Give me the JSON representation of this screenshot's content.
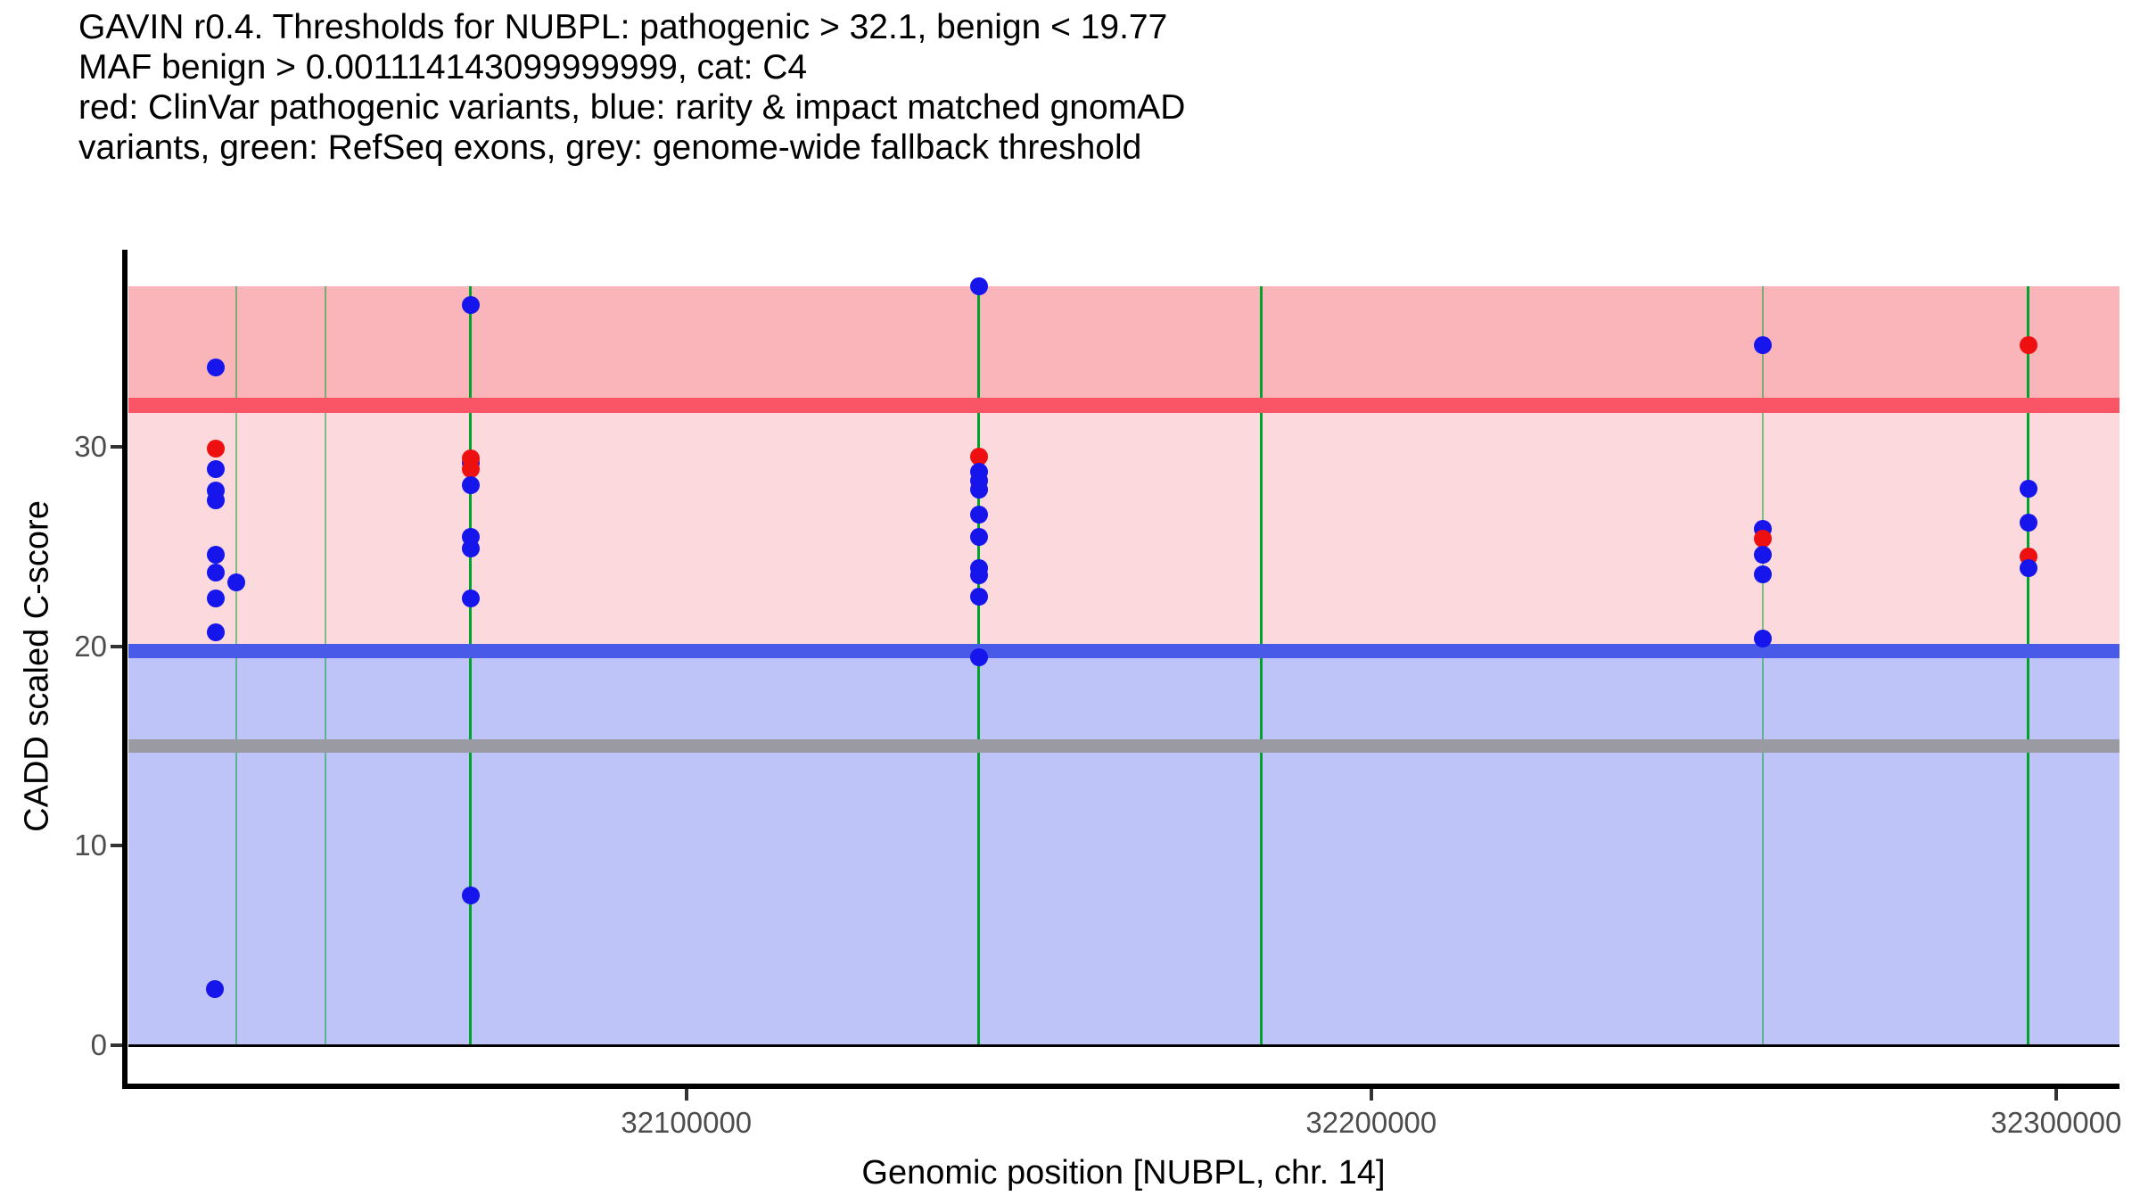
{
  "title": {
    "lines": [
      "GAVIN r0.4. Thresholds for NUBPL: pathogenic > 32.1, benign < 19.77",
      "MAF benign > 0.001114143099999999, cat: C4",
      "red: ClinVar pathogenic variants, blue: rarity & impact matched gnomAD",
      "variants, green: RefSeq exons, grey: genome-wide fallback threshold"
    ]
  },
  "chart_data": {
    "type": "scatter",
    "xlabel": "Genomic position [NUBPL, chr. 14]",
    "ylabel": "CADD scaled C-score",
    "x_range": [
      32018400,
      32309250
    ],
    "y_range": [
      -1.92,
      39.88
    ],
    "x_ticks": [
      {
        "pos": 32100000,
        "label": "32100000"
      },
      {
        "pos": 32200000,
        "label": "32200000"
      },
      {
        "pos": 32300000,
        "label": "32300000"
      }
    ],
    "y_ticks": [
      {
        "value": 0,
        "label": "0"
      },
      {
        "value": 10,
        "label": "10"
      },
      {
        "value": 20,
        "label": "20"
      },
      {
        "value": 30,
        "label": "30"
      }
    ],
    "grid": false,
    "legend": "none (described in title)",
    "thresholds": {
      "pathogenic": 32.1,
      "benign": 19.77,
      "genome_wide_fallback": 15,
      "zero_line": 0
    },
    "band_top": 38.05,
    "regions": [
      {
        "name": "pathogenic-zone",
        "from": 32.1,
        "to": 38.05,
        "color": "#fab5bb"
      },
      {
        "name": "intermediate-zone",
        "from": 19.77,
        "to": 32.1,
        "color": "#fcd9dd"
      },
      {
        "name": "benign-zone",
        "from": 0,
        "to": 19.77,
        "color": "#bec3f8"
      }
    ],
    "colors": {
      "pathogenic_line": "#fa5566",
      "benign_line": "#4a5ae8",
      "fallback_line": "#9a9aa2",
      "zero_line": "#000000",
      "exon_line": "#00a32b",
      "clinvar_point": "#ee1010",
      "gnomad_point": "#1515ec"
    },
    "exons": [
      {
        "pos": 32034300,
        "emphasis": "light"
      },
      {
        "pos": 32047300,
        "emphasis": "light"
      },
      {
        "pos": 32068500,
        "emphasis": "bright"
      },
      {
        "pos": 32142700,
        "emphasis": "bright"
      },
      {
        "pos": 32184000,
        "emphasis": "bright"
      },
      {
        "pos": 32257150,
        "emphasis": "light"
      },
      {
        "pos": 32295950,
        "emphasis": "bright"
      }
    ],
    "points": [
      {
        "pos": 32031300,
        "score": 34.0,
        "color": "blue"
      },
      {
        "pos": 32031300,
        "score": 29.9,
        "color": "red"
      },
      {
        "pos": 32031300,
        "score": 28.9,
        "color": "blue"
      },
      {
        "pos": 32031300,
        "score": 27.8,
        "color": "blue"
      },
      {
        "pos": 32031300,
        "score": 27.3,
        "color": "blue"
      },
      {
        "pos": 32031300,
        "score": 24.6,
        "color": "blue"
      },
      {
        "pos": 32031300,
        "score": 23.7,
        "color": "blue"
      },
      {
        "pos": 32034300,
        "score": 23.2,
        "color": "blue"
      },
      {
        "pos": 32031300,
        "score": 22.4,
        "color": "blue"
      },
      {
        "pos": 32031300,
        "score": 20.7,
        "color": "blue"
      },
      {
        "pos": 32031200,
        "score": 2.8,
        "color": "blue"
      },
      {
        "pos": 32068500,
        "score": 37.1,
        "color": "blue"
      },
      {
        "pos": 32068500,
        "score": 29.2,
        "color": "blue"
      },
      {
        "pos": 32068500,
        "score": 29.4,
        "color": "red"
      },
      {
        "pos": 32068500,
        "score": 28.9,
        "color": "red"
      },
      {
        "pos": 32068500,
        "score": 28.1,
        "color": "blue"
      },
      {
        "pos": 32068500,
        "score": 25.5,
        "color": "blue"
      },
      {
        "pos": 32068500,
        "score": 24.9,
        "color": "blue"
      },
      {
        "pos": 32068500,
        "score": 22.4,
        "color": "blue"
      },
      {
        "pos": 32068500,
        "score": 7.5,
        "color": "blue"
      },
      {
        "pos": 32142700,
        "score": 38.05,
        "color": "blue"
      },
      {
        "pos": 32142700,
        "score": 29.5,
        "color": "red"
      },
      {
        "pos": 32142700,
        "score": 28.75,
        "color": "blue"
      },
      {
        "pos": 32142700,
        "score": 28.3,
        "color": "blue"
      },
      {
        "pos": 32142700,
        "score": 27.85,
        "color": "blue"
      },
      {
        "pos": 32142700,
        "score": 26.6,
        "color": "blue"
      },
      {
        "pos": 32142700,
        "score": 25.5,
        "color": "blue"
      },
      {
        "pos": 32142700,
        "score": 23.9,
        "color": "blue"
      },
      {
        "pos": 32142700,
        "score": 23.55,
        "color": "blue"
      },
      {
        "pos": 32142700,
        "score": 22.5,
        "color": "blue"
      },
      {
        "pos": 32142700,
        "score": 19.45,
        "color": "blue"
      },
      {
        "pos": 32257150,
        "score": 35.1,
        "color": "blue"
      },
      {
        "pos": 32257150,
        "score": 25.9,
        "color": "blue"
      },
      {
        "pos": 32257150,
        "score": 25.4,
        "color": "red"
      },
      {
        "pos": 32257150,
        "score": 24.6,
        "color": "blue"
      },
      {
        "pos": 32257150,
        "score": 23.6,
        "color": "blue"
      },
      {
        "pos": 32257150,
        "score": 20.4,
        "color": "blue"
      },
      {
        "pos": 32295950,
        "score": 35.1,
        "color": "red"
      },
      {
        "pos": 32295950,
        "score": 27.9,
        "color": "blue"
      },
      {
        "pos": 32295950,
        "score": 26.2,
        "color": "blue"
      },
      {
        "pos": 32295950,
        "score": 24.5,
        "color": "red"
      },
      {
        "pos": 32295950,
        "score": 23.9,
        "color": "blue"
      }
    ]
  }
}
